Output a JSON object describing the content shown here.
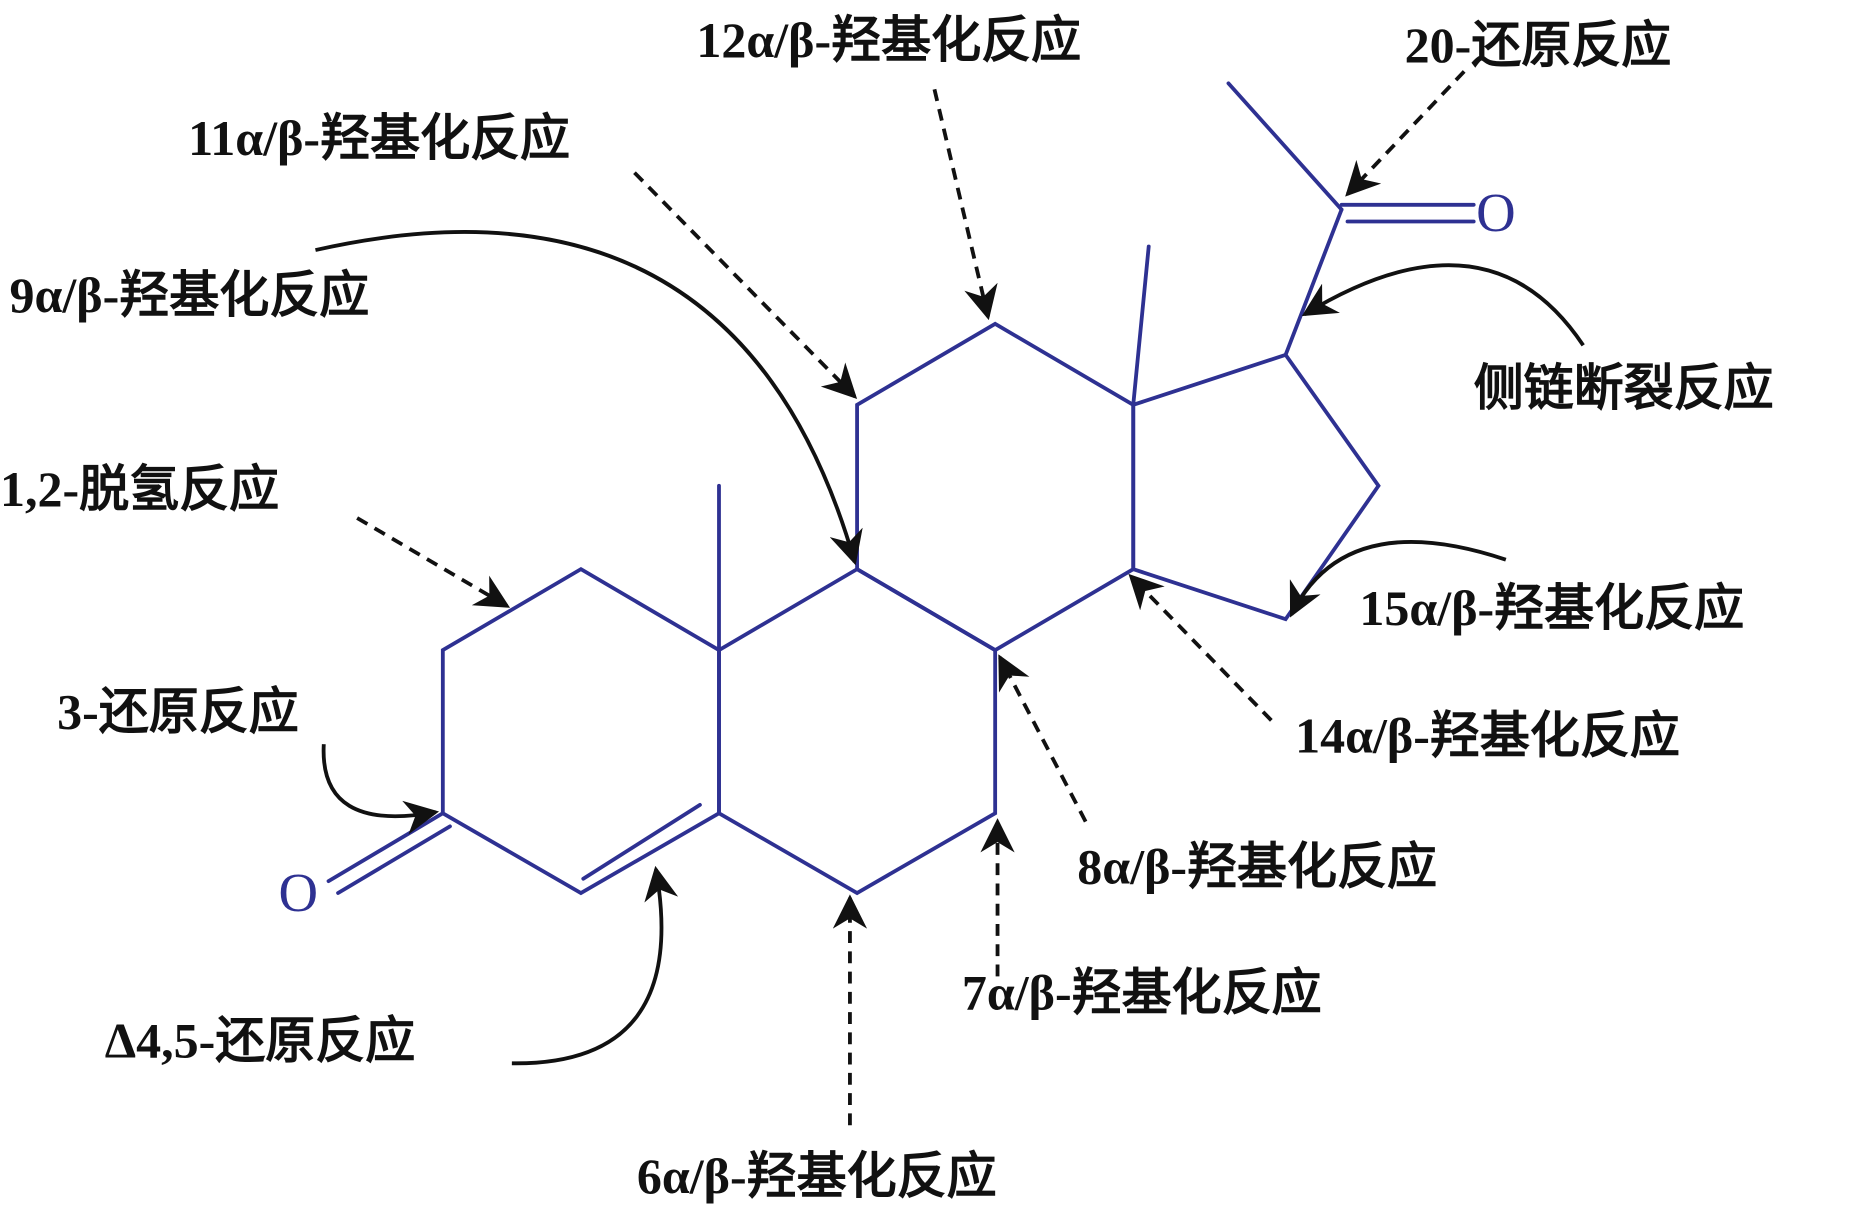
{
  "title": "Steroid skeleton microbial transformation reaction sites",
  "colors": {
    "bond": "#2e3192",
    "arrow": "#111111"
  },
  "atoms": {
    "o3": "O",
    "o20": "O"
  },
  "labels": {
    "r12": "12α/β-羟基化反应",
    "r20": "20-还原反应",
    "r11": "11α/β-羟基化反应",
    "r9": "9α/β-羟基化反应",
    "side": "侧链断裂反应",
    "r12dh": "1,2-脱氢反应",
    "r15": "15α/β-羟基化反应",
    "r3": "3-还原反应",
    "r14": "14α/β-羟基化反应",
    "r8": "8α/β-羟基化反应",
    "r7": "7α/β-羟基化反应",
    "r45": "Δ4,5-还原反应",
    "r6": "6α/β-羟基化反应"
  }
}
